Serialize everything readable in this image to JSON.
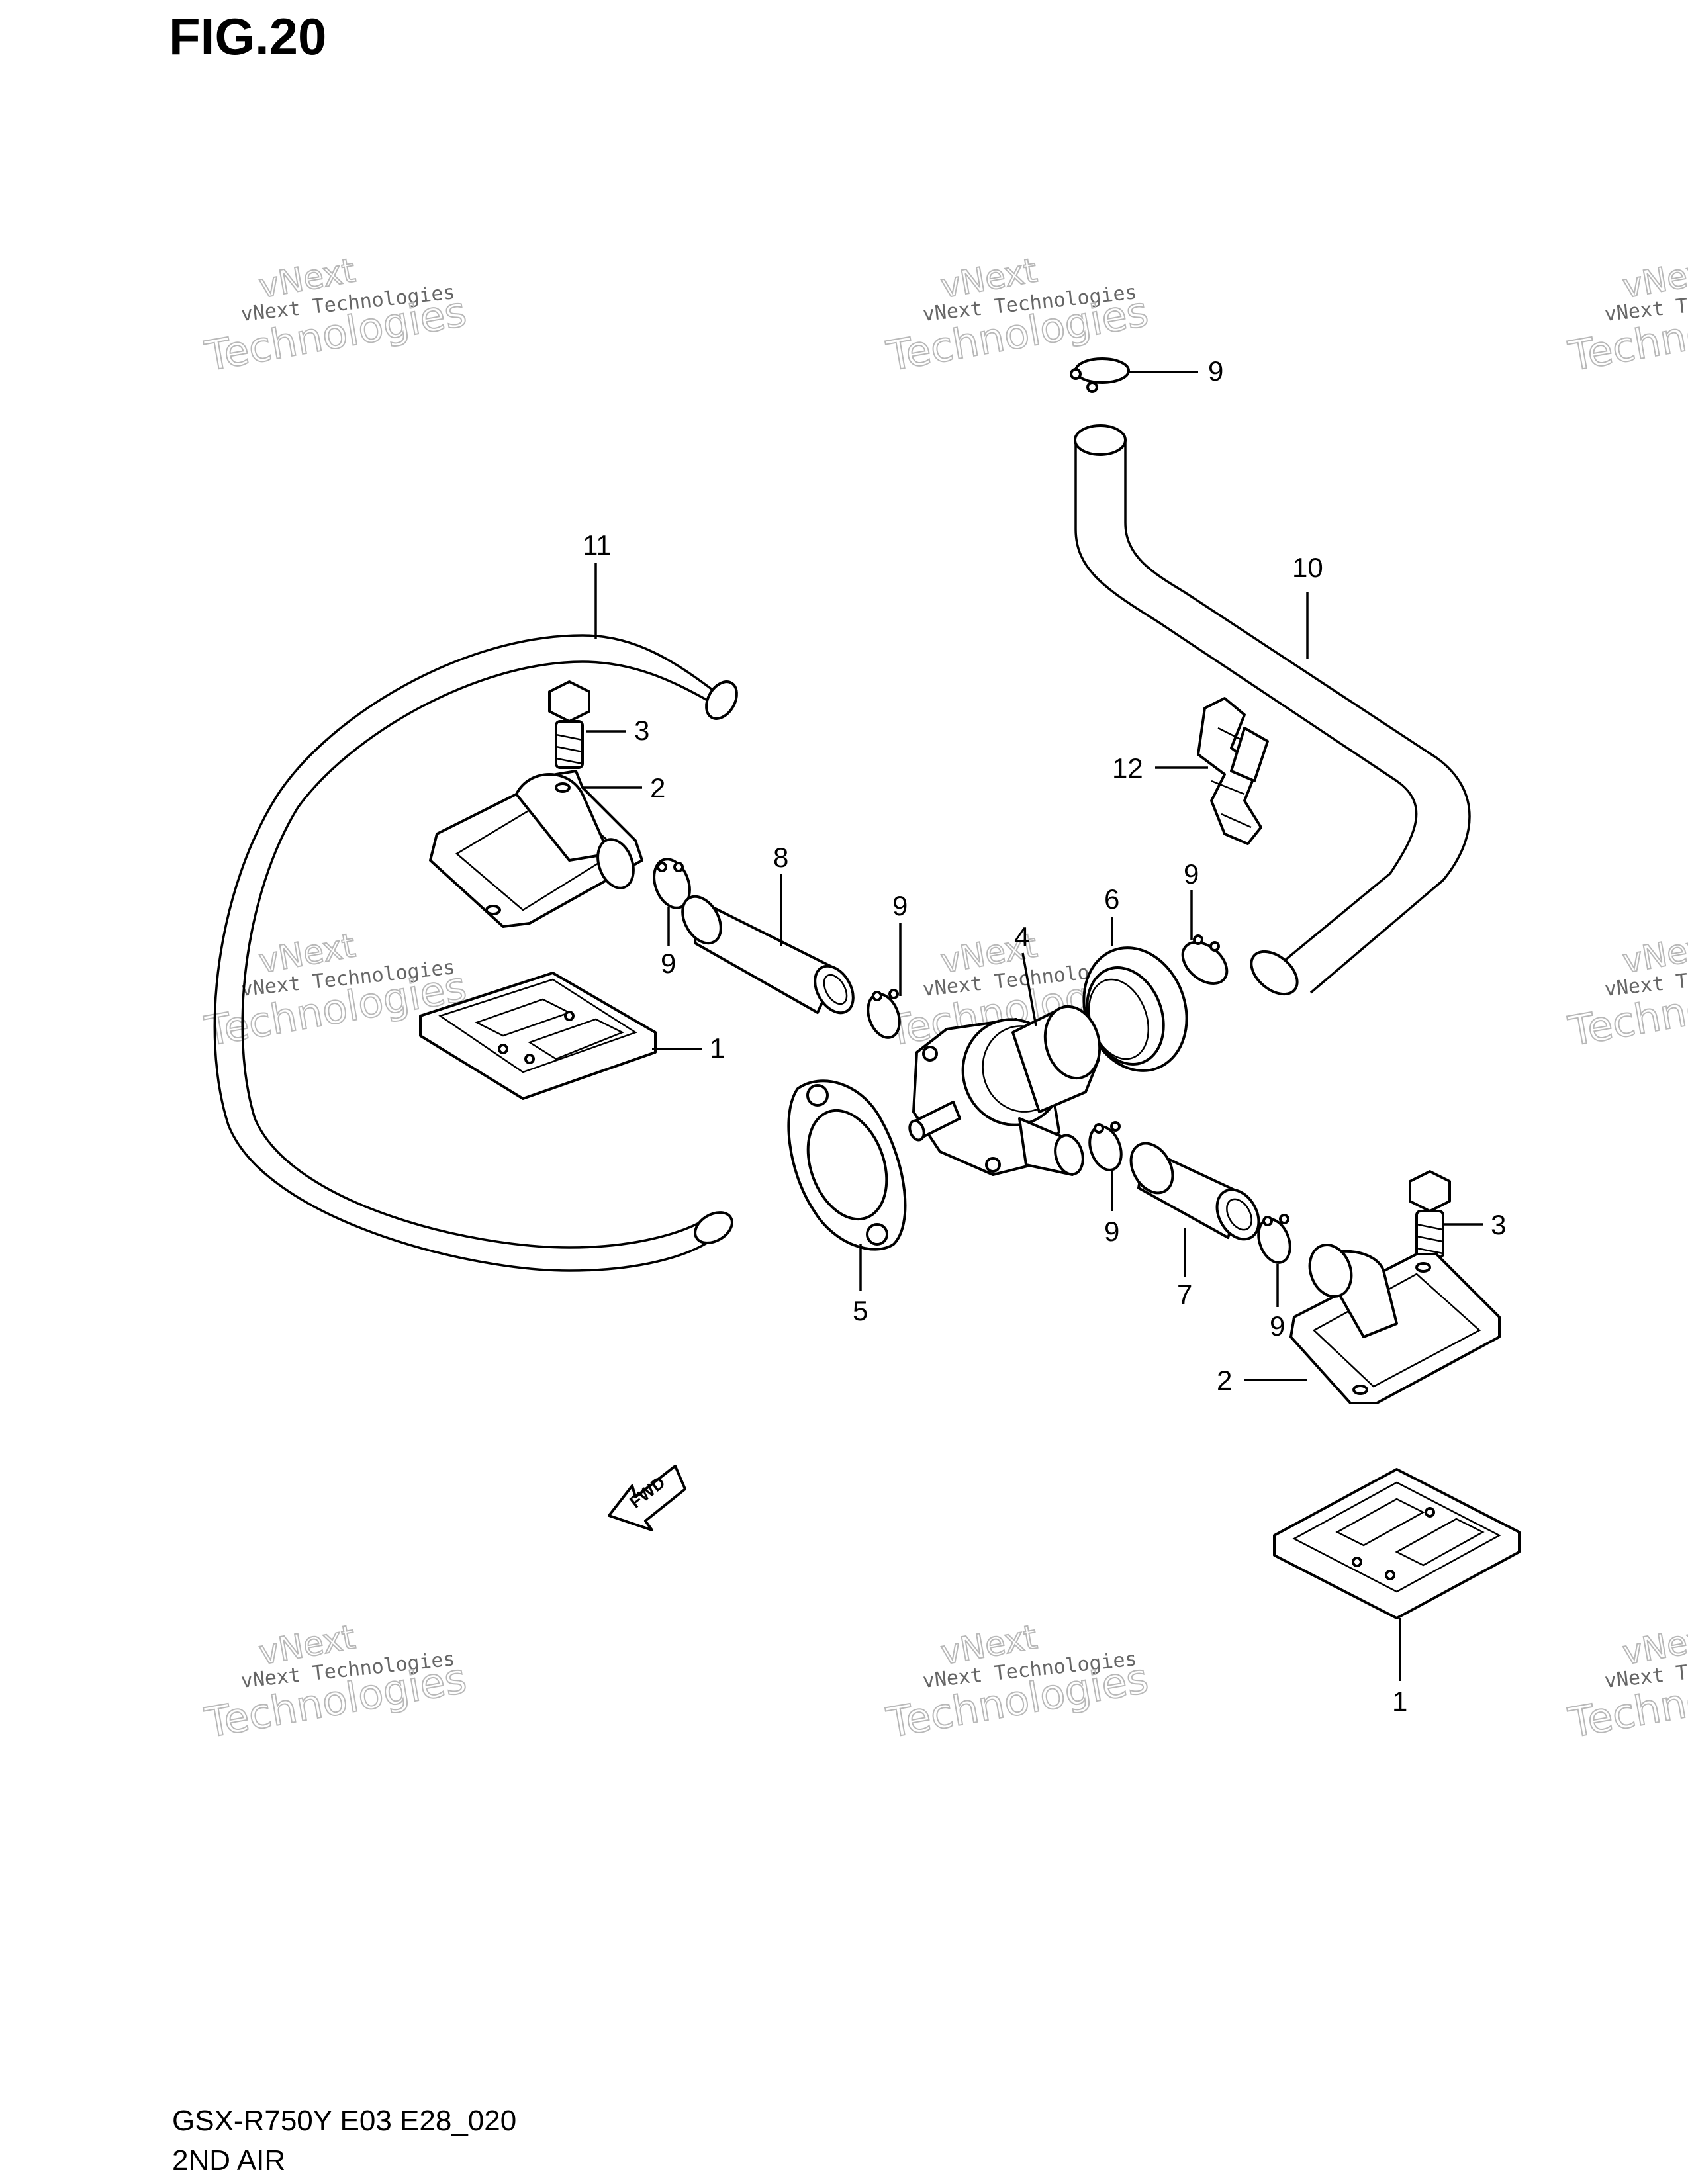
{
  "figure": {
    "title": "FIG.20",
    "model_code": "GSX-R750Y E03 E28_020",
    "section_name": "2ND AIR"
  },
  "watermark": {
    "line1": "vNext",
    "line2": "vNext Technologies",
    "line3": "Technologies"
  },
  "fwd_label": "FWD",
  "callouts": [
    {
      "id": "c11",
      "label": "11"
    },
    {
      "id": "c10",
      "label": "10"
    },
    {
      "id": "c9a",
      "label": "9"
    },
    {
      "id": "c3a",
      "label": "3"
    },
    {
      "id": "c2a",
      "label": "2"
    },
    {
      "id": "c12",
      "label": "12"
    },
    {
      "id": "c8",
      "label": "8"
    },
    {
      "id": "c9b",
      "label": "9"
    },
    {
      "id": "c9c",
      "label": "9"
    },
    {
      "id": "c9d",
      "label": "9"
    },
    {
      "id": "c6",
      "label": "6"
    },
    {
      "id": "c4",
      "label": "4"
    },
    {
      "id": "c1a",
      "label": "1"
    },
    {
      "id": "c5",
      "label": "5"
    },
    {
      "id": "c9e",
      "label": "9"
    },
    {
      "id": "c7",
      "label": "7"
    },
    {
      "id": "c3b",
      "label": "3"
    },
    {
      "id": "c9f",
      "label": "9"
    },
    {
      "id": "c2b",
      "label": "2"
    },
    {
      "id": "c1b",
      "label": "1"
    }
  ]
}
